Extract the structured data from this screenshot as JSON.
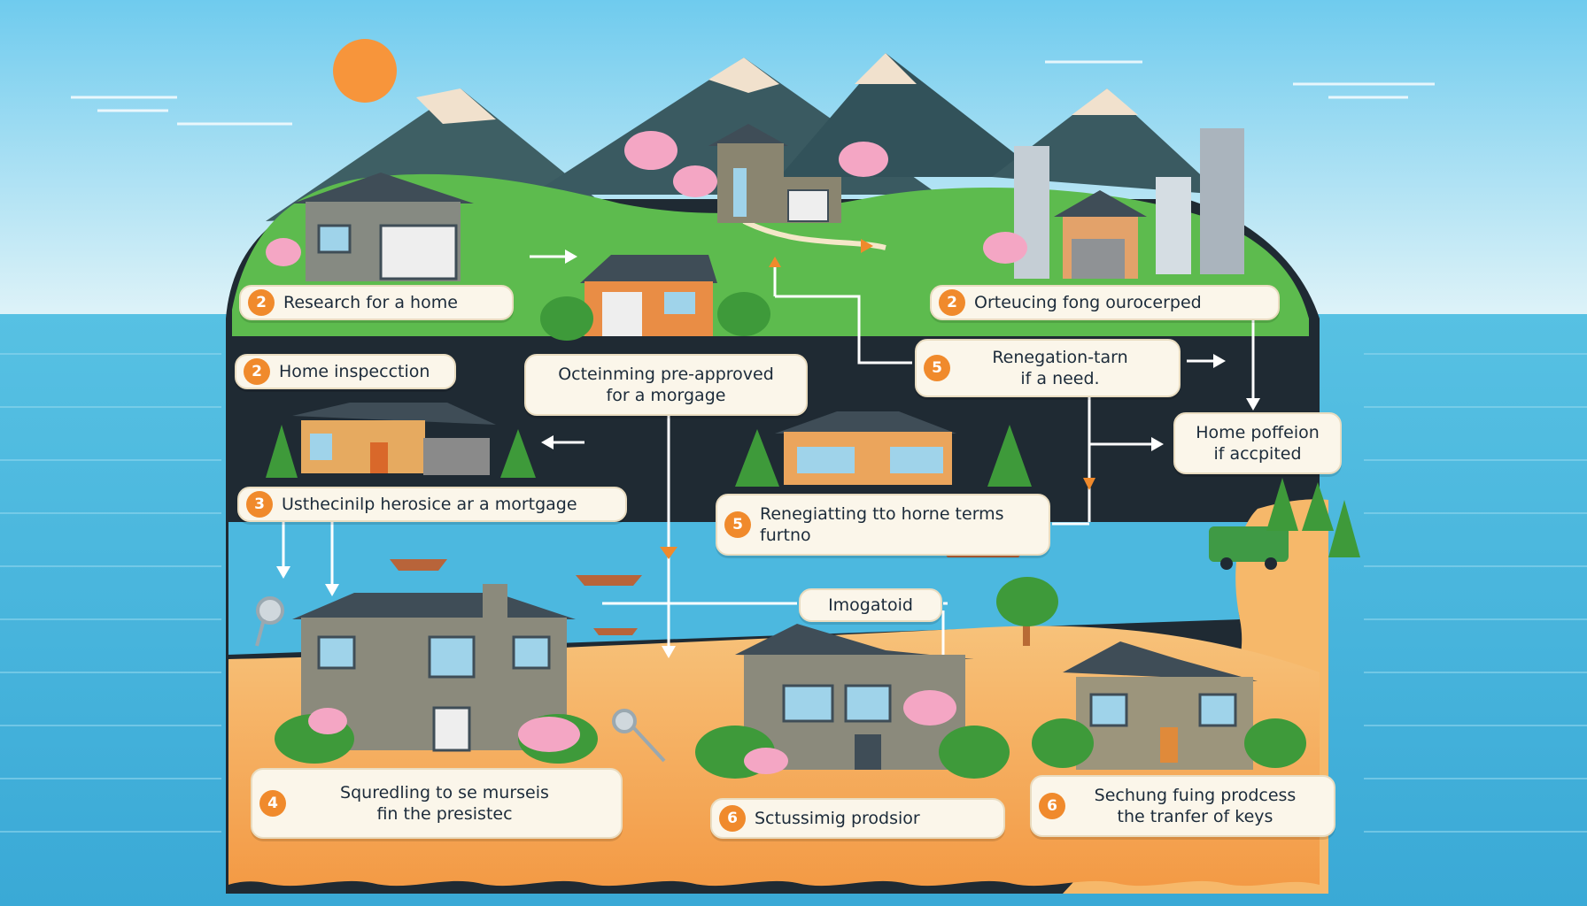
{
  "steps": [
    {
      "id": "research",
      "number": "2",
      "lines": [
        "Research for a home"
      ]
    },
    {
      "id": "orteucing",
      "number": "2",
      "lines": [
        "Orteucing fong ourocerped"
      ]
    },
    {
      "id": "home-inspection",
      "number": "2",
      "lines": [
        "Home inspecction"
      ]
    },
    {
      "id": "pre-approved",
      "number": "",
      "lines": [
        "Octeinming pre-approved",
        "for a morgage"
      ]
    },
    {
      "id": "renegation",
      "number": "5",
      "lines": [
        "Renegation-tarn",
        "if a need."
      ]
    },
    {
      "id": "home-poffeion",
      "number": "",
      "lines": [
        "Home poffeion",
        "if accpited"
      ]
    },
    {
      "id": "ustheciniilp",
      "number": "3",
      "lines": [
        "Usthecinilp herosice ar a mortgage"
      ]
    },
    {
      "id": "renegiatting",
      "number": "5",
      "lines": [
        "Renegiatting tto horne terms",
        "furtno"
      ]
    },
    {
      "id": "imogatoid",
      "number": "",
      "lines": [
        "Imogatoid"
      ]
    },
    {
      "id": "squredling",
      "number": "4",
      "lines": [
        "Squredling to se murseis",
        "fin the presistec"
      ]
    },
    {
      "id": "scitussimig",
      "number": "6",
      "lines": [
        "Sctussimig prodsior"
      ]
    },
    {
      "id": "sechung",
      "number": "6",
      "lines": [
        "Sechung fuing prodcess",
        "the tranfer of keys"
      ]
    }
  ],
  "colors": {
    "sky": "#8ed8f2",
    "sea": "#4cb8df",
    "land": "#5dbb4e",
    "sand": "#f6b86a",
    "dark": "#1f2a33",
    "accent": "#f08a2c",
    "sun": "#f7953b"
  }
}
